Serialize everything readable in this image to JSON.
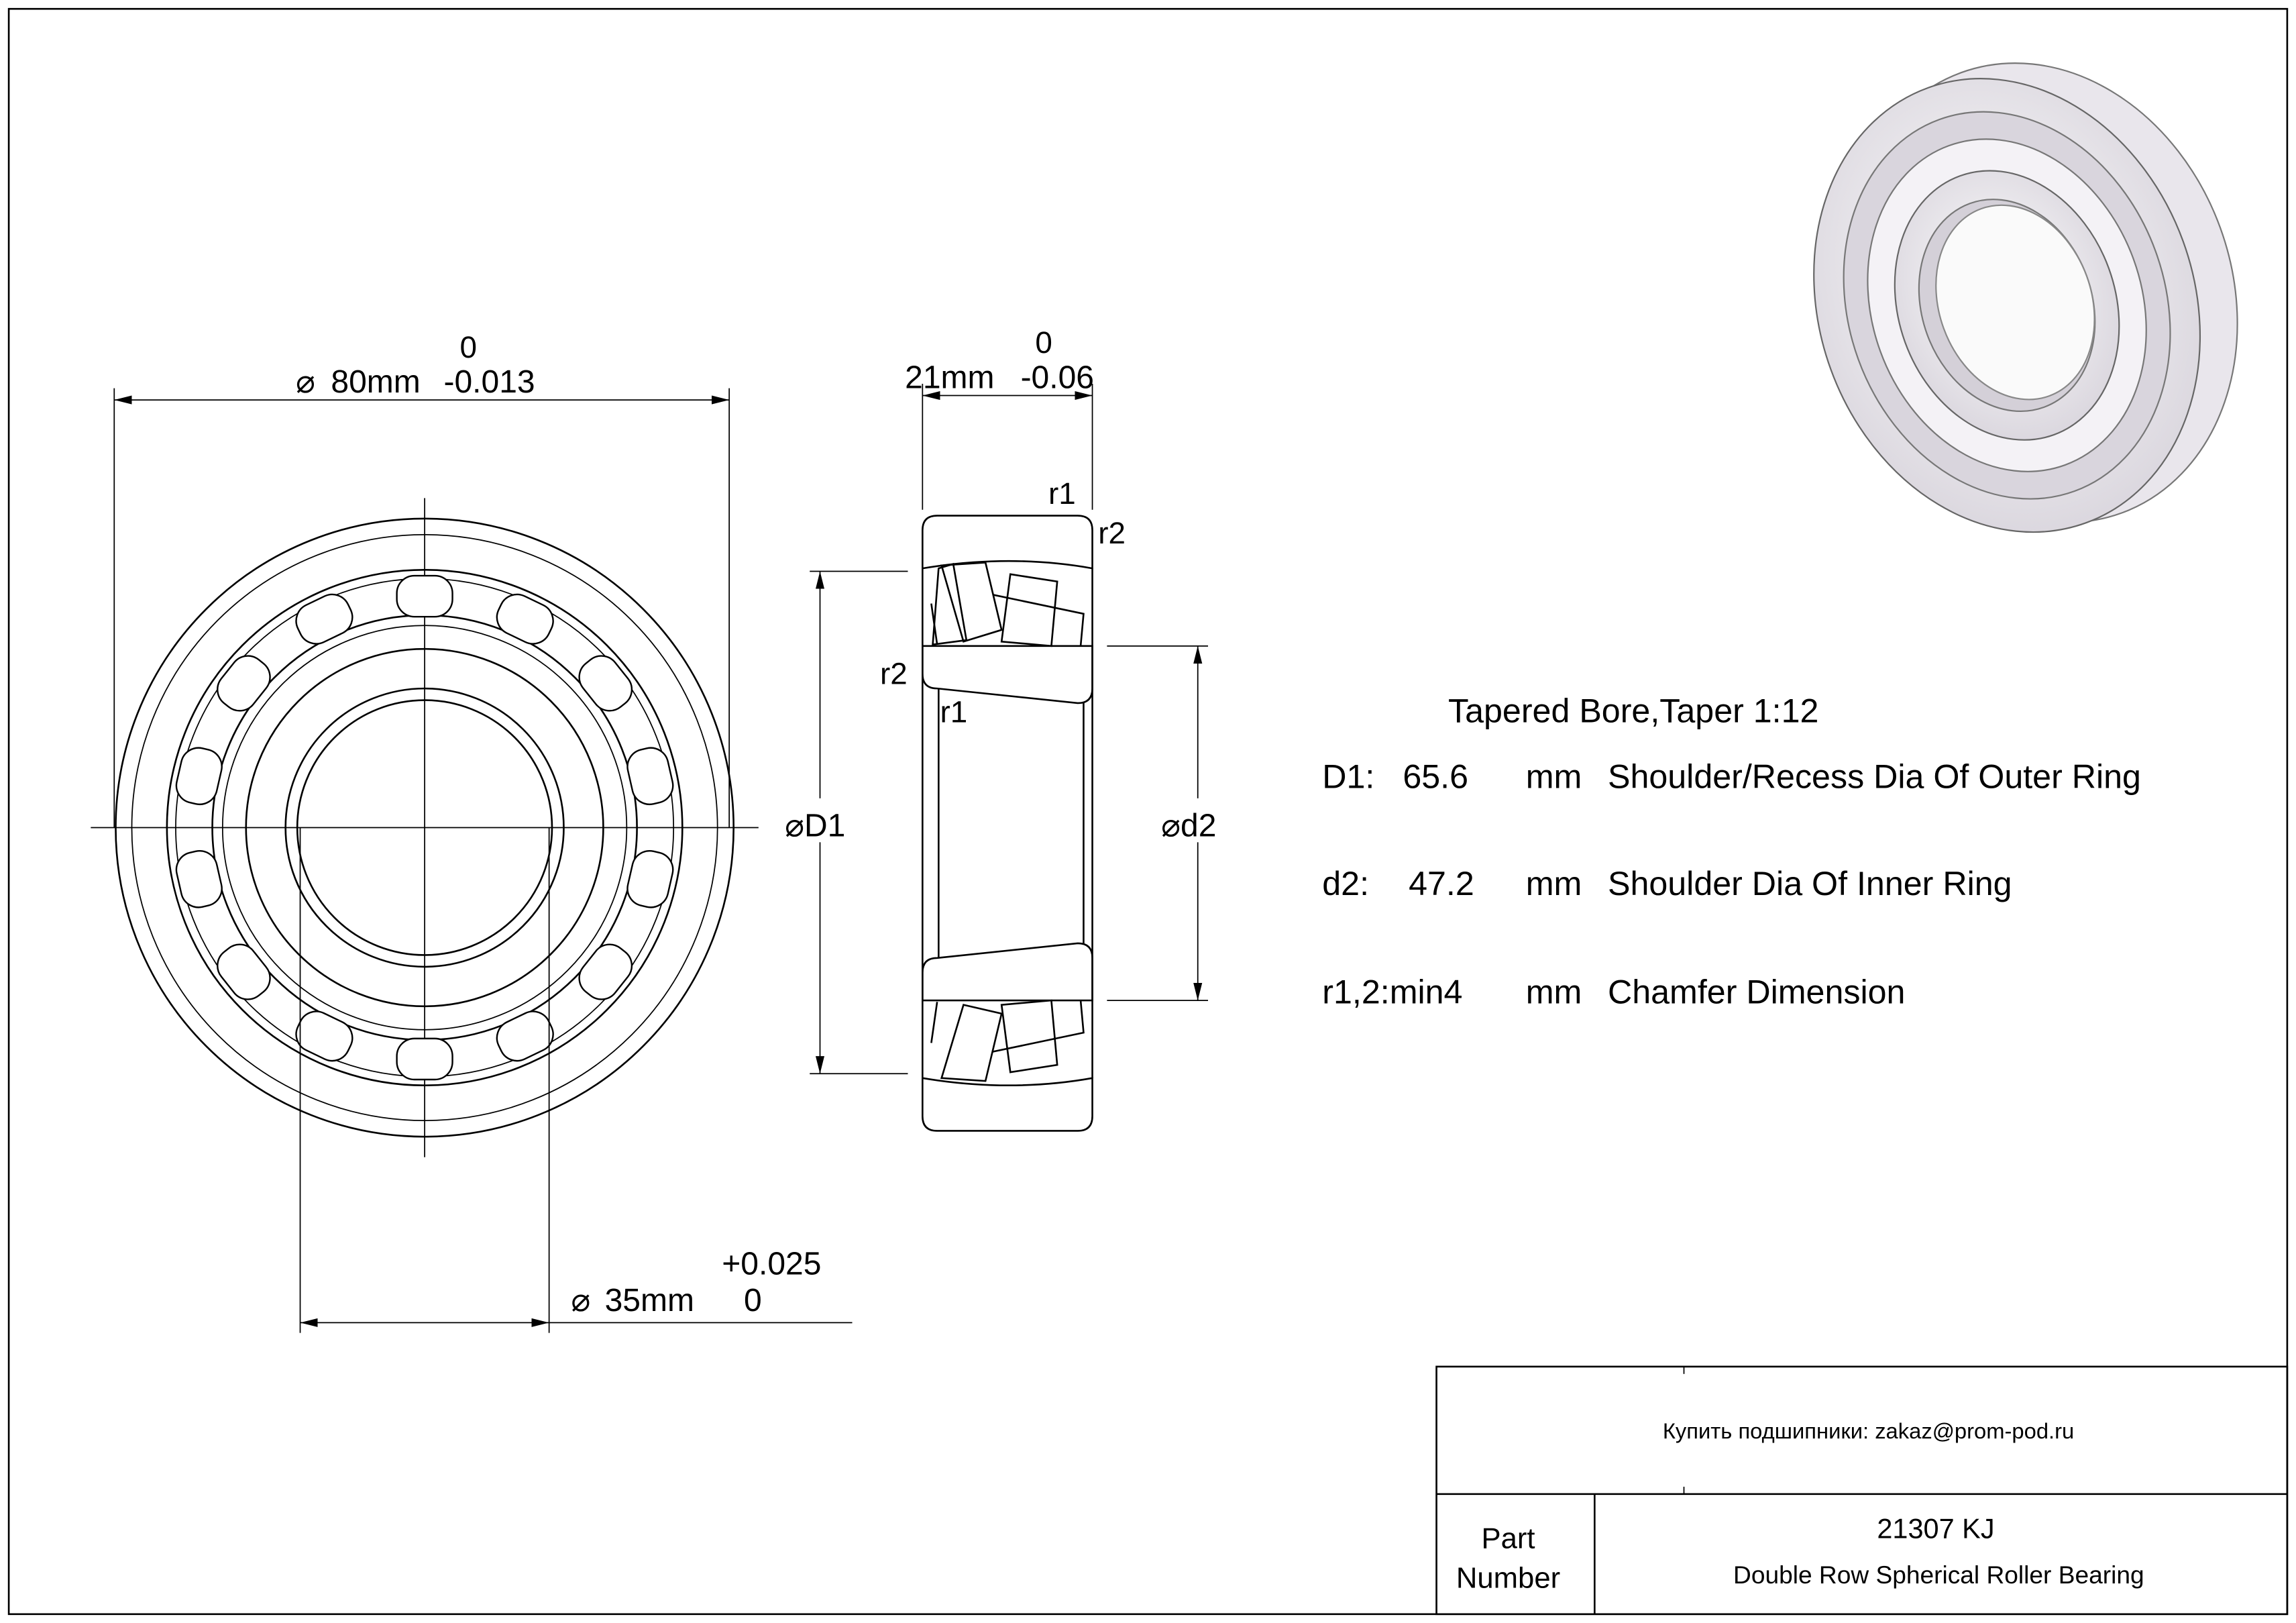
{
  "dimensions": {
    "outer_diameter": {
      "symbol": "⌀",
      "value": "80mm",
      "upper_tol": "0",
      "lower_tol": "-0.013"
    },
    "width": {
      "value": "21mm",
      "upper_tol": "0",
      "lower_tol": "-0.06"
    },
    "bore": {
      "symbol": "⌀",
      "value": "35mm",
      "upper_tol": "+0.025",
      "lower_tol": "0"
    },
    "D1_label": "⌀D1",
    "d2_label": "⌀d2",
    "r1": "r1",
    "r2": "r2"
  },
  "specs": {
    "note": "Tapered Bore,Taper 1:12",
    "rows": [
      {
        "key": "D1:",
        "value": "65.6",
        "unit": "mm",
        "desc": "Shoulder/Recess Dia Of Outer Ring"
      },
      {
        "key": "d2:",
        "value": "47.2",
        "unit": "mm",
        "desc": "Shoulder Dia Of Inner Ring"
      },
      {
        "key": "r1,2:min4",
        "value": "",
        "unit": "mm",
        "desc": "Chamfer Dimension"
      }
    ]
  },
  "title_block": {
    "contact": "Купить подшипники: zakaz@prom-pod.ru",
    "part_label_1": "Part",
    "part_label_2": "Number",
    "part_number": "21307 KJ",
    "description": "Double Row Spherical Roller Bearing"
  }
}
